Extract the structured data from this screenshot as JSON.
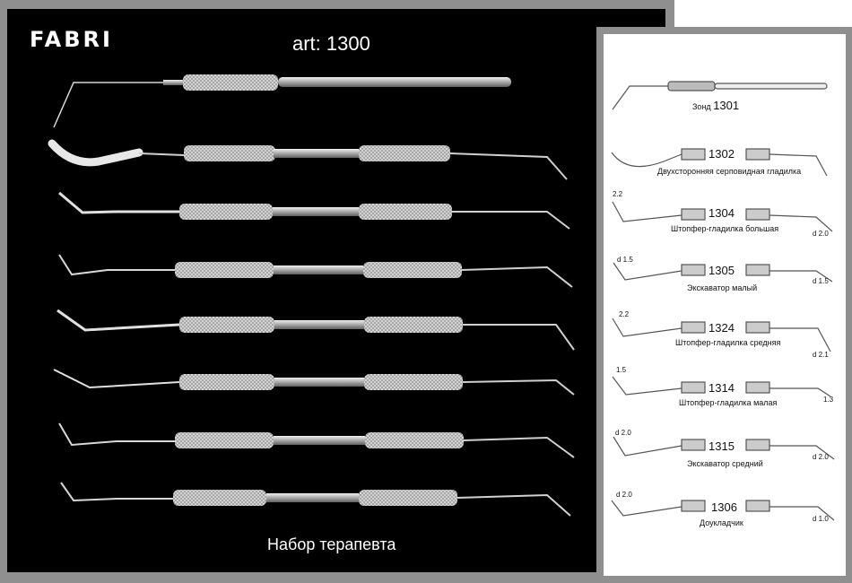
{
  "brand": "FABRI",
  "art_label": "art: 1300",
  "kit_name": "Набор терапевта",
  "catalog": [
    {
      "code": "1301",
      "prefix": "Зонд",
      "name": ""
    },
    {
      "code": "1302",
      "name": "Двухсторонняя серповидная гладилка"
    },
    {
      "code": "1304",
      "name": "Штопфер-гладилка большая",
      "left_size": "2.2",
      "right_size": "d 2.0"
    },
    {
      "code": "1305",
      "name": "Экскаватор малый",
      "left_size": "d 1.5",
      "right_size": "d 1.5"
    },
    {
      "code": "1324",
      "name": "Штопфер-гладилка средняя",
      "left_size": "2.2",
      "right_size": "d 2.1"
    },
    {
      "code": "1314",
      "name": "Штопфер-гладилка малая",
      "left_size": "1.5",
      "right_size": "1.3"
    },
    {
      "code": "1315",
      "name": "Экскаватор средний",
      "left_size": "d 2.0",
      "right_size": "d 2.0"
    },
    {
      "code": "1306",
      "name": "Доукладчик",
      "left_size": "d 2.0",
      "right_size": "d 1.0"
    }
  ],
  "colors": {
    "panel": "#000000",
    "frame": "#8f8f8f",
    "steel": "#c8c8c8"
  }
}
